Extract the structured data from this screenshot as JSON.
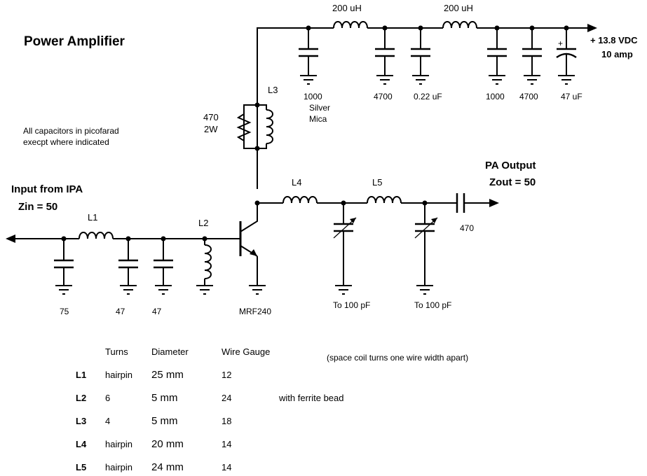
{
  "title": "Power Amplifier",
  "supply": {
    "voltage": "+ 13.8 VDC",
    "current": "10 amp"
  },
  "filter_chokes": [
    "200 uH",
    "200 uH"
  ],
  "supply_caps": [
    "1000",
    "4700",
    "0.22 uF",
    "1000",
    "4700",
    "47 uF"
  ],
  "silver_mica": [
    "Silver",
    "Mica"
  ],
  "collector": {
    "inductor": "L3",
    "resistor_value": "470",
    "resistor_power": "2W"
  },
  "note": [
    "All capacitors in picofarad",
    "execpt where indicated"
  ],
  "input": {
    "title": "Input from IPA",
    "impedance": "Zin = 50"
  },
  "input_network": {
    "l1": "L1",
    "l2": "L2",
    "caps": [
      "75",
      "47",
      "47"
    ]
  },
  "transistor": "MRF240",
  "output": {
    "title": "PA Output",
    "impedance": "Zout = 50",
    "l4": "L4",
    "l5": "L5",
    "coupling_cap": "470",
    "trimmers": [
      "To 100 pF",
      "To 100 pF"
    ]
  },
  "coil_table": {
    "headers": [
      "Turns",
      "Diameter",
      "Wire Gauge"
    ],
    "note": "(space coil turns one wire width apart)",
    "rows": [
      {
        "name": "L1",
        "turns": "hairpin",
        "diameter": "25 mm",
        "gauge": "12",
        "extra": ""
      },
      {
        "name": "L2",
        "turns": "6",
        "diameter": "5 mm",
        "gauge": "24",
        "extra": "with ferrite bead"
      },
      {
        "name": "L3",
        "turns": "4",
        "diameter": "5 mm",
        "gauge": "18",
        "extra": ""
      },
      {
        "name": "L4",
        "turns": "hairpin",
        "diameter": "20 mm",
        "gauge": "14",
        "extra": ""
      },
      {
        "name": "L5",
        "turns": "hairpin",
        "diameter": "24 mm",
        "gauge": "14",
        "extra": ""
      }
    ]
  }
}
